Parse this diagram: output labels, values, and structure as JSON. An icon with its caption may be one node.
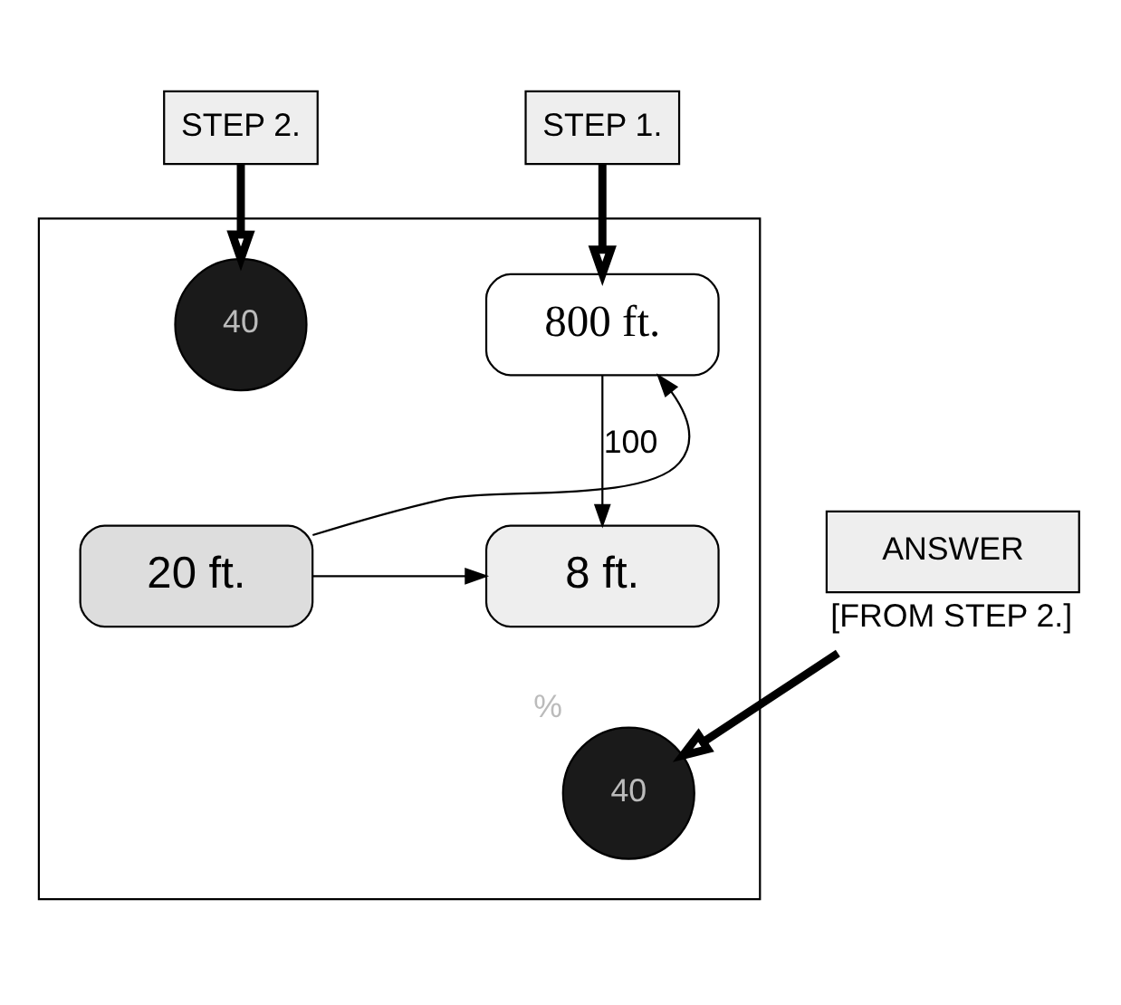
{
  "diagram": {
    "nodes": [
      {
        "text": [
          "STEP 1."
        ]
      },
      {
        "text": [
          "STEP 2."
        ]
      },
      {
        "text": [],
        "shape": "box"
      },
      {
        "text": [
          "40"
        ],
        "in": 2
      },
      {
        "text": [
          "800 ft."
        ],
        "in": 2
      },
      {
        "text": [
          "20 ft."
        ],
        "in": 2
      },
      {
        "text": [
          "8 ft."
        ],
        "in": 2
      },
      {
        "text": [
          "40"
        ],
        "in": 2,
        "beside": [
          "%"
        ]
      },
      {
        "text": [
          "ANSWER"
        ],
        "beside": [
          "[FROM STEP 2.]"
        ]
      }
    ],
    "edges": [
      {
        "from": 0,
        "to": 4,
        "arrow": "to",
        "style": "thick"
      },
      {
        "from": 1,
        "to": 3,
        "arrow": "to",
        "style": "thick"
      },
      {
        "from": 5,
        "to": 4,
        "arrow": "to"
      },
      {
        "from": 4,
        "to": 6,
        "arrow": "to",
        "label": "100"
      },
      {
        "from": 5,
        "to": 6,
        "arrow": "to"
      },
      {
        "from": 8,
        "to": 7,
        "arrow": "to",
        "style": "thick"
      }
    ]
  }
}
